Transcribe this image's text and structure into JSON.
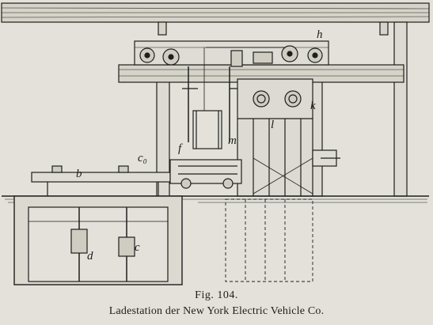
{
  "figure": {
    "number": "Fig. 104.",
    "title": "Ladestation der New York Electric Vehicle Co.",
    "labels": {
      "h": "h",
      "k": "k",
      "l": "l",
      "m": "m",
      "f": "f",
      "c_o": "c₀",
      "b": "b",
      "d": "d",
      "c": "c"
    }
  }
}
